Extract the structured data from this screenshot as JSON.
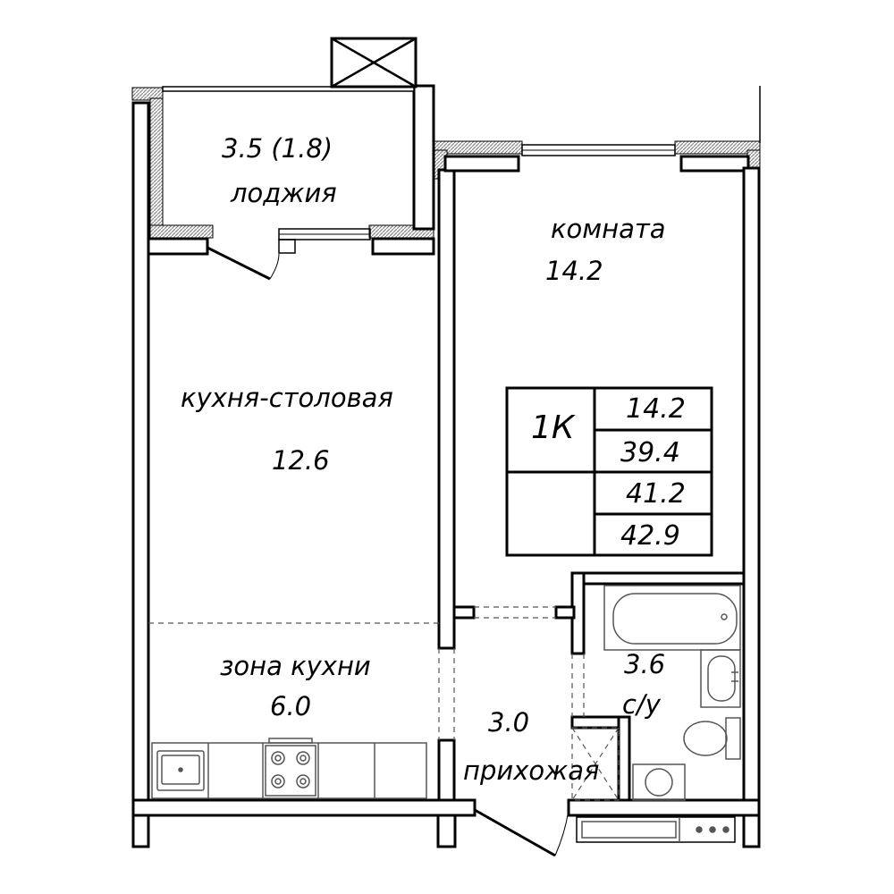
{
  "rooms": {
    "loggia": {
      "area": "3.5 (1.8)",
      "name": "лоджия"
    },
    "room": {
      "name": "комната",
      "area": "14.2"
    },
    "kitchen_dining": {
      "name": "кухня-столовая",
      "area": "12.6"
    },
    "kitchen_zone": {
      "name": "зона кухни",
      "area": "6.0"
    },
    "hallway": {
      "area": "3.0",
      "name": "прихожая"
    },
    "bathroom": {
      "area": "3.6",
      "name": "с/у"
    }
  },
  "summary_table": {
    "type": "1К",
    "living_area": "14.2",
    "total_area": "39.4",
    "total_with_reduced_loggia": "41.2",
    "total_with_loggia": "42.9"
  },
  "colors": {
    "ink": "#000000",
    "wall_hatch": "#9a9a9a",
    "fixture": "#555555"
  }
}
